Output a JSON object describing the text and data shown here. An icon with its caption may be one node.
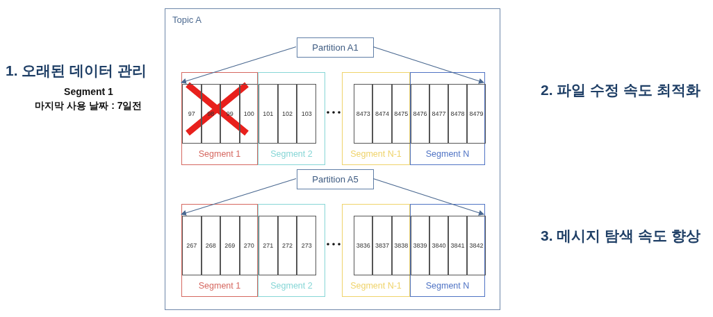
{
  "diagram": {
    "nodes": [
      {
        "text": [
          "Topic A"
        ]
      },
      {
        "text": [
          "Partition A1"
        ],
        "in": 0
      },
      {
        "text": [
          "Segment 1"
        ],
        "in": 0
      },
      {
        "text": [
          "97"
        ],
        "in": 2
      },
      {
        "text": [
          "98"
        ],
        "in": 2
      },
      {
        "text": [
          "99"
        ],
        "in": 2
      },
      {
        "text": [
          "100"
        ],
        "in": 2
      },
      {
        "text": [
          "Segment 2"
        ],
        "in": 0
      },
      {
        "text": [
          "101"
        ],
        "in": 7
      },
      {
        "text": [
          "102"
        ],
        "in": 7
      },
      {
        "text": [
          "103"
        ],
        "in": 7
      },
      {
        "text": [
          "Segment N-1"
        ],
        "in": 0
      },
      {
        "text": [
          "8473"
        ],
        "in": 11
      },
      {
        "text": [
          "8474"
        ],
        "in": 11
      },
      {
        "text": [
          "8475"
        ],
        "in": 11
      },
      {
        "text": [
          "Segment N"
        ],
        "in": 0
      },
      {
        "text": [
          "8476"
        ],
        "in": 15
      },
      {
        "text": [
          "8477"
        ],
        "in": 15
      },
      {
        "text": [
          "8478"
        ],
        "in": 15
      },
      {
        "text": [
          "8479"
        ],
        "in": 15
      },
      {
        "text": [
          "Partition A5"
        ],
        "in": 0
      },
      {
        "text": [
          "Segment 1"
        ],
        "in": 0
      },
      {
        "text": [
          "267"
        ],
        "in": 21
      },
      {
        "text": [
          "268"
        ],
        "in": 21
      },
      {
        "text": [
          "269"
        ],
        "in": 21
      },
      {
        "text": [
          "270"
        ],
        "in": 21
      },
      {
        "text": [
          "Segment 2"
        ],
        "in": 0
      },
      {
        "text": [
          "271"
        ],
        "in": 26
      },
      {
        "text": [
          "272"
        ],
        "in": 26
      },
      {
        "text": [
          "273"
        ],
        "in": 26
      },
      {
        "text": [
          "Segment N-1"
        ],
        "in": 0
      },
      {
        "text": [
          "3836"
        ],
        "in": 30
      },
      {
        "text": [
          "3837"
        ],
        "in": 30
      },
      {
        "text": [
          "3838"
        ],
        "in": 30
      },
      {
        "text": [
          "Segment N"
        ],
        "in": 0
      },
      {
        "text": [
          "3839"
        ],
        "in": 34
      },
      {
        "text": [
          "3840"
        ],
        "in": 34
      },
      {
        "text": [
          "3841"
        ],
        "in": 34
      },
      {
        "text": [
          "3842"
        ],
        "in": 34
      }
    ],
    "edges": [
      {
        "from": 1,
        "to": 3,
        "arrow": "to"
      },
      {
        "from": 1,
        "to": 19,
        "arrow": "to"
      },
      {
        "from": 20,
        "to": 22,
        "arrow": "to"
      },
      {
        "from": 20,
        "to": 38,
        "arrow": "to"
      }
    ],
    "labels": [
      "1. 오래된 데이터 관리",
      "Segment 1",
      "마지막 사용 날짜 : 7일전",
      "2. 파일 수정 속도 최적화",
      "3. 메시지 탐색 속도 향상"
    ]
  }
}
